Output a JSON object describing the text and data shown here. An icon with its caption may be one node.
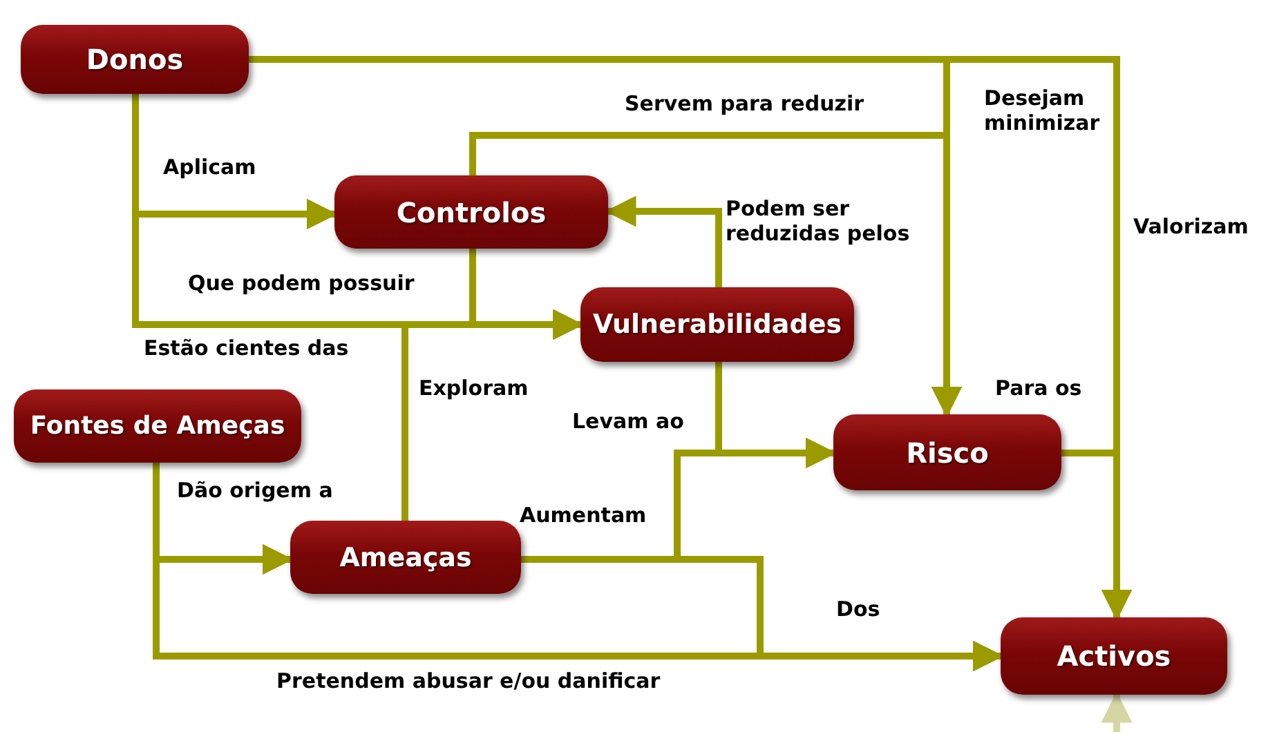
{
  "diagram": {
    "nodes": [
      {
        "text": [
          "Donos"
        ]
      },
      {
        "text": [
          "Controlos"
        ]
      },
      {
        "text": [
          "Vulnerabilidades"
        ]
      },
      {
        "text": [
          "Fontes de Ameças"
        ]
      },
      {
        "text": [
          "Ameaças"
        ]
      },
      {
        "text": [
          "Risco"
        ]
      },
      {
        "text": [
          "Activos"
        ]
      }
    ],
    "edges": [
      {
        "from": 0,
        "to": 1,
        "arrow": "to",
        "label": "Aplicam"
      },
      {
        "from": 0,
        "to": 2,
        "arrow": "to",
        "label": "Estão cientes das"
      },
      {
        "from": 1,
        "to": 2,
        "arrow": "to",
        "label": "Que podem possuir"
      },
      {
        "from": 4,
        "to": 2,
        "arrow": "to",
        "label": "Exploram"
      },
      {
        "from": 2,
        "to": 1,
        "arrow": "to",
        "label": "Podem ser reduzidas pelos"
      },
      {
        "from": 1,
        "to": 5,
        "arrow": "to",
        "label": "Servem para reduzir"
      },
      {
        "from": 0,
        "to": 5,
        "arrow": "to",
        "label": "Desejam minimizar"
      },
      {
        "from": 0,
        "to": 6,
        "arrow": "to",
        "label": "Valorizam"
      },
      {
        "from": 2,
        "to": 5,
        "arrow": "to",
        "label": "Levam ao"
      },
      {
        "from": 4,
        "to": 5,
        "arrow": "to",
        "label": "Aumentam"
      },
      {
        "from": 5,
        "to": 6,
        "arrow": "to",
        "label": "Para os"
      },
      {
        "from": 4,
        "to": 6,
        "arrow": "to",
        "label": "Dos"
      },
      {
        "from": 3,
        "to": 4,
        "arrow": "to",
        "label": "Dão origem a"
      },
      {
        "from": 3,
        "to": 6,
        "arrow": "to",
        "label": "Pretendem abusar e/ou danificar"
      },
      {
        "from": null,
        "to": 6,
        "arrow": "to",
        "color": "#d6d6a4"
      }
    ]
  }
}
